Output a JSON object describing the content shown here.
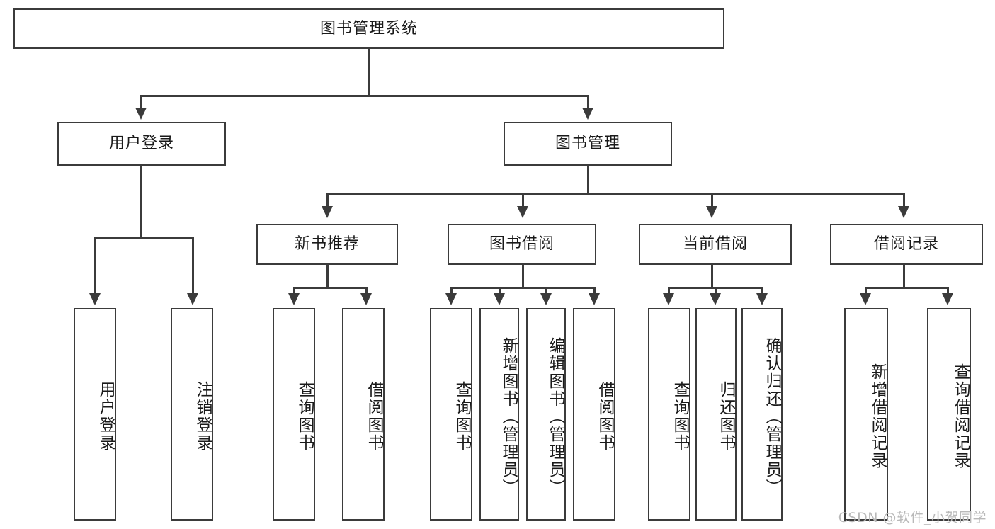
{
  "diagram": {
    "title": "图书管理系统",
    "type": "tree-hierarchy-diagram",
    "colors": {
      "box_border": "#3b3b3b",
      "box_fill": "#ffffff",
      "edge": "#3b3b3b",
      "text": "#1a1a1a",
      "watermark": "#b9b9b9"
    },
    "root": {
      "label": "图书管理系统"
    },
    "level2": [
      {
        "label": "用户登录"
      },
      {
        "label": "图书管理"
      }
    ],
    "level3": [
      {
        "label": "新书推荐"
      },
      {
        "label": "图书借阅"
      },
      {
        "label": "当前借阅"
      },
      {
        "label": "借阅记录"
      }
    ],
    "leaves": {
      "user_login": [
        {
          "label": "用户登录"
        },
        {
          "label": "注销登录"
        }
      ],
      "new_book_recommend": [
        {
          "label": "查询图书"
        },
        {
          "label": "借阅图书"
        }
      ],
      "book_borrow": [
        {
          "label": "查询图书"
        },
        {
          "label": "新增图书（管理员）"
        },
        {
          "label": "编辑图书（管理员）"
        },
        {
          "label": "借阅图书"
        }
      ],
      "current_borrow": [
        {
          "label": "查询图书"
        },
        {
          "label": "归还图书"
        },
        {
          "label": "确认归还（管理员）"
        }
      ],
      "borrow_record": [
        {
          "label": "新增借阅记录"
        },
        {
          "label": "查询借阅记录"
        }
      ]
    },
    "watermark": "CSDN @软件_小贺同学"
  }
}
